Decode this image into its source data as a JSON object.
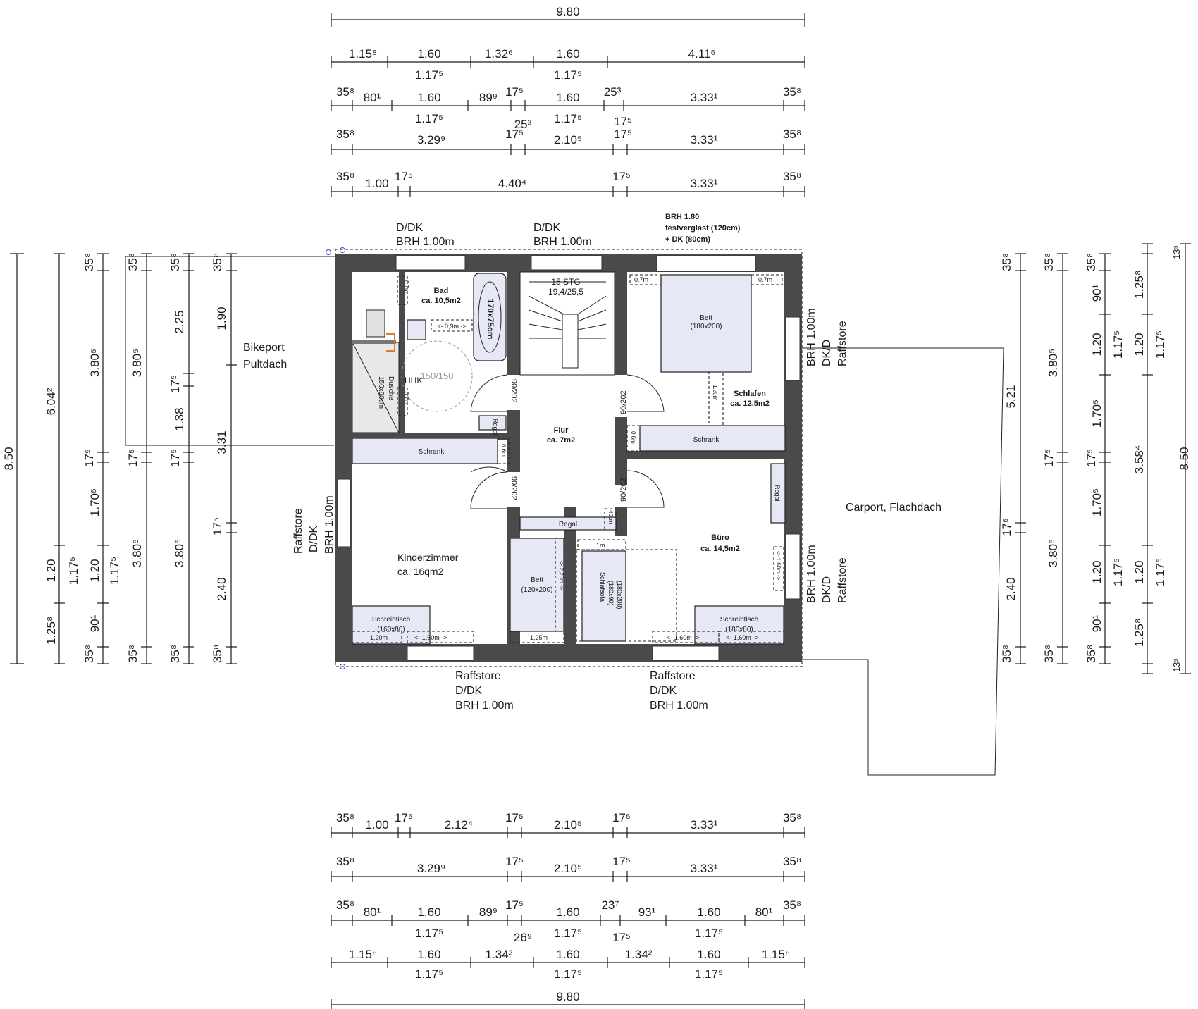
{
  "top_dims": {
    "total": "9.80",
    "row1_upper": [
      "1.15⁸",
      "1.60",
      "1.32⁶",
      "1.60",
      "4.11⁶"
    ],
    "row1_lower": [
      "1.17⁵",
      "1.17⁵"
    ],
    "row2_upper": [
      "35⁸",
      "80¹",
      "1.60",
      "89⁹",
      "17⁵",
      "1.60",
      "25³",
      "3.33¹",
      "35⁸"
    ],
    "row2_lower": [
      "1.17⁵",
      "1.17⁵"
    ],
    "row3_upper": [
      "35⁸",
      "3.29⁹",
      "25³",
      "17⁵",
      "2.10⁵",
      "17⁵",
      "17⁵",
      "3.33¹",
      "35⁸"
    ],
    "row4_upper": [
      "35⁸",
      "1.00",
      "17⁵",
      "4.40⁴",
      "17⁵",
      "3.33¹",
      "35⁸"
    ]
  },
  "bottom_dims": {
    "row1": [
      "35⁸",
      "1.00",
      "17⁵",
      "2.12⁴",
      "17⁵",
      "2.10⁵",
      "17⁵",
      "3.33¹",
      "35⁸"
    ],
    "row2": [
      "35⁸",
      "3.29⁹",
      "17⁵",
      "2.10⁵",
      "17⁵",
      "3.33¹",
      "35⁸"
    ],
    "row3_upper": [
      "35⁸",
      "80¹",
      "1.60",
      "89⁹",
      "17⁵",
      "1.60",
      "23⁷",
      "93¹",
      "1.60",
      "80¹",
      "35⁸"
    ],
    "row3_lower": [
      "1.17⁵",
      "26⁹",
      "1.17⁵",
      "17⁵",
      "1.17⁵"
    ],
    "row4_upper": [
      "1.15⁸",
      "1.60",
      "1.34²",
      "1.60",
      "1.34²",
      "1.60",
      "1.15⁸"
    ],
    "row4_lower": [
      "1.17⁵",
      "1.17⁵",
      "1.17⁵"
    ],
    "total": "9.80"
  },
  "left_dims": {
    "total": "8.50",
    "col1": [
      "6.04²",
      "1.20",
      "1.25⁸"
    ],
    "col2": [
      "35⁸",
      "3.80⁵",
      "17⁵",
      "1.70⁵",
      "1.17⁵",
      "90¹",
      "35⁸"
    ],
    "col2b": [
      "1.20"
    ],
    "col3": [
      "35⁸",
      "3.80⁵",
      "17⁵",
      "3.80⁵",
      "1.17⁵",
      "35⁸"
    ],
    "col4": [
      "35⁸",
      "2.25",
      "17⁵",
      "1.38",
      "17⁵",
      "3.80⁵",
      "35⁸"
    ],
    "col5": [
      "35⁸",
      "1.90",
      "3.31",
      "17⁵",
      "2.40",
      "35⁸"
    ]
  },
  "right_dims": {
    "total": "8.50",
    "col1": [
      "35⁸",
      "5.21",
      "17⁵",
      "2.40",
      "35⁸"
    ],
    "col2": [
      "35⁸",
      "3.80⁵",
      "17⁵",
      "3.80⁵",
      "35⁸"
    ],
    "col3": [
      "35⁸",
      "90¹",
      "1.20",
      "1.70⁵",
      "17⁵",
      "1.70⁵",
      "1.20",
      "90¹",
      "35⁸"
    ],
    "col3b": [
      "1.17⁵",
      "1.17⁵"
    ],
    "col4": [
      "13⁵",
      "1.25⁸",
      "1.20",
      "3.58⁴",
      "1.20",
      "1.25⁸",
      "13⁵"
    ],
    "col4b": [
      "1.17⁵",
      "1.17⁵"
    ]
  },
  "annotations": {
    "top_window_1": [
      "D/DK",
      "BRH 1.00m"
    ],
    "top_window_2": [
      "D/DK",
      "BRH 1.00m"
    ],
    "top_window_3": [
      "BRH 1.80",
      "festverglast (120cm)",
      "+ DK (80cm)"
    ],
    "bikeport": [
      "Bikeport",
      "Pultdach"
    ],
    "carport": "Carport, Flachdach",
    "left_window": [
      "Raffstore",
      "D/DK",
      "BRH 1.00m"
    ],
    "right_window_1": [
      "BRH 1.00m",
      "DK/D",
      "Raffstore"
    ],
    "right_window_2": [
      "BRH 1.00m",
      "DK/D",
      "Raffstore"
    ],
    "bottom_window_1": [
      "Raffstore",
      "D/DK",
      "BRH 1.00m"
    ],
    "bottom_window_2": [
      "Raffstore",
      "D/DK",
      "BRH 1.00m"
    ]
  },
  "rooms": {
    "bad": {
      "name": "Bad",
      "area": "ca. 10,5m2"
    },
    "stairs": {
      "name": "15 STG",
      "spec": "19,4/25,5"
    },
    "schlafen": {
      "name": "Schlafen",
      "area": "ca. 12,5m2"
    },
    "flur": {
      "name": "Flur",
      "area": "ca. 7m2"
    },
    "kinderzimmer": {
      "name": "Kinderzimmer",
      "area": "ca. 16qm2"
    },
    "buero": {
      "name": "Büro",
      "area": "ca. 14,5m2"
    }
  },
  "furniture": {
    "bed_main": [
      "Bett",
      "(180x200)"
    ],
    "bed_kid": [
      "Bett",
      "(120x200)"
    ],
    "sofa": [
      "Schlafsofa",
      "(180x90)",
      "(180x200)"
    ],
    "schrank_left": "Schrank",
    "schrank_right": "Schrank",
    "regal_flur": "Regal",
    "regal_bad": "Regal",
    "regal_buero": "Regal",
    "desk_kid": [
      "Schreibtisch",
      "(160x80)"
    ],
    "desk_office": [
      "Schreibtisch",
      "(180x80)"
    ],
    "bathtub": "170x75cm",
    "shower": [
      "Dusche",
      "150x90cm"
    ],
    "hhk": "HHK",
    "turn_circle": "150/150",
    "door_1": "90/202",
    "door_2": "90/202",
    "door_3": "90/202",
    "door_4": "90/202",
    "clear_09": "<- 0,9m ->",
    "clear_07a": "0,7m",
    "clear_07b": "0,7m",
    "clear_07c": "0.7m",
    "clear_07d": "0.7m",
    "clear_12": "1.20m",
    "clear_06a": "0.6m",
    "clear_06b": "0.6m",
    "clear_1m": "1m",
    "clear_22": "<- 2,20m ->",
    "clear_125": "1,25m",
    "clear_16a": "<- 1,60m ->",
    "clear_16b": "<- 1,60m ->",
    "clear_16c": "<- 1,60m ->",
    "clear_16d": "<- 1,60m ->",
    "clear_12b": "1,20m",
    "clear_40": "40cm"
  }
}
